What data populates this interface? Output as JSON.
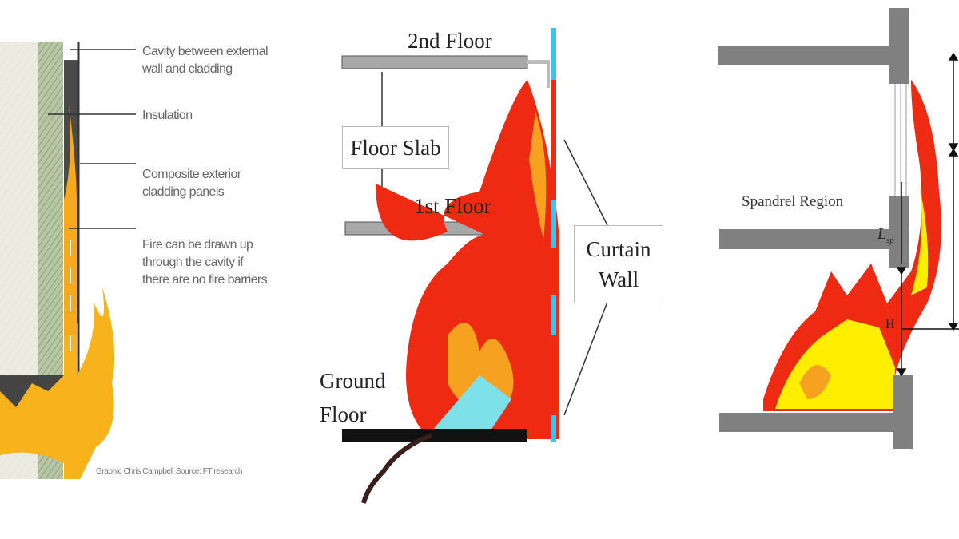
{
  "panel_cladding": {
    "labels": [
      "Cavity between external\nwall and cladding",
      "Insulation",
      "Composite exterior\ncladding panels",
      "Fire can be drawn up\nthrough the cavity if\nthere are no fire barriers"
    ],
    "credit": "Graphic Chris Campbell  Source: FT research"
  },
  "panel_curtain_wall": {
    "second_floor": "2nd Floor",
    "first_floor": "1st Floor",
    "ground_floor": "Ground\nFloor",
    "floor_slab": "Floor Slab",
    "curtain_wall": "Curtain\nWall"
  },
  "panel_spandrel": {
    "region_label": "Spandrel Region",
    "lsp_label": "L",
    "lsp_sub": "sp",
    "h_label": "H"
  },
  "colors": {
    "flame_orange": "#f5a623",
    "flame_red": "#ee2a12",
    "flame_yellow": "#ffee00",
    "curtain_blue": "#36c6f0",
    "slab_gray": "#808080"
  }
}
